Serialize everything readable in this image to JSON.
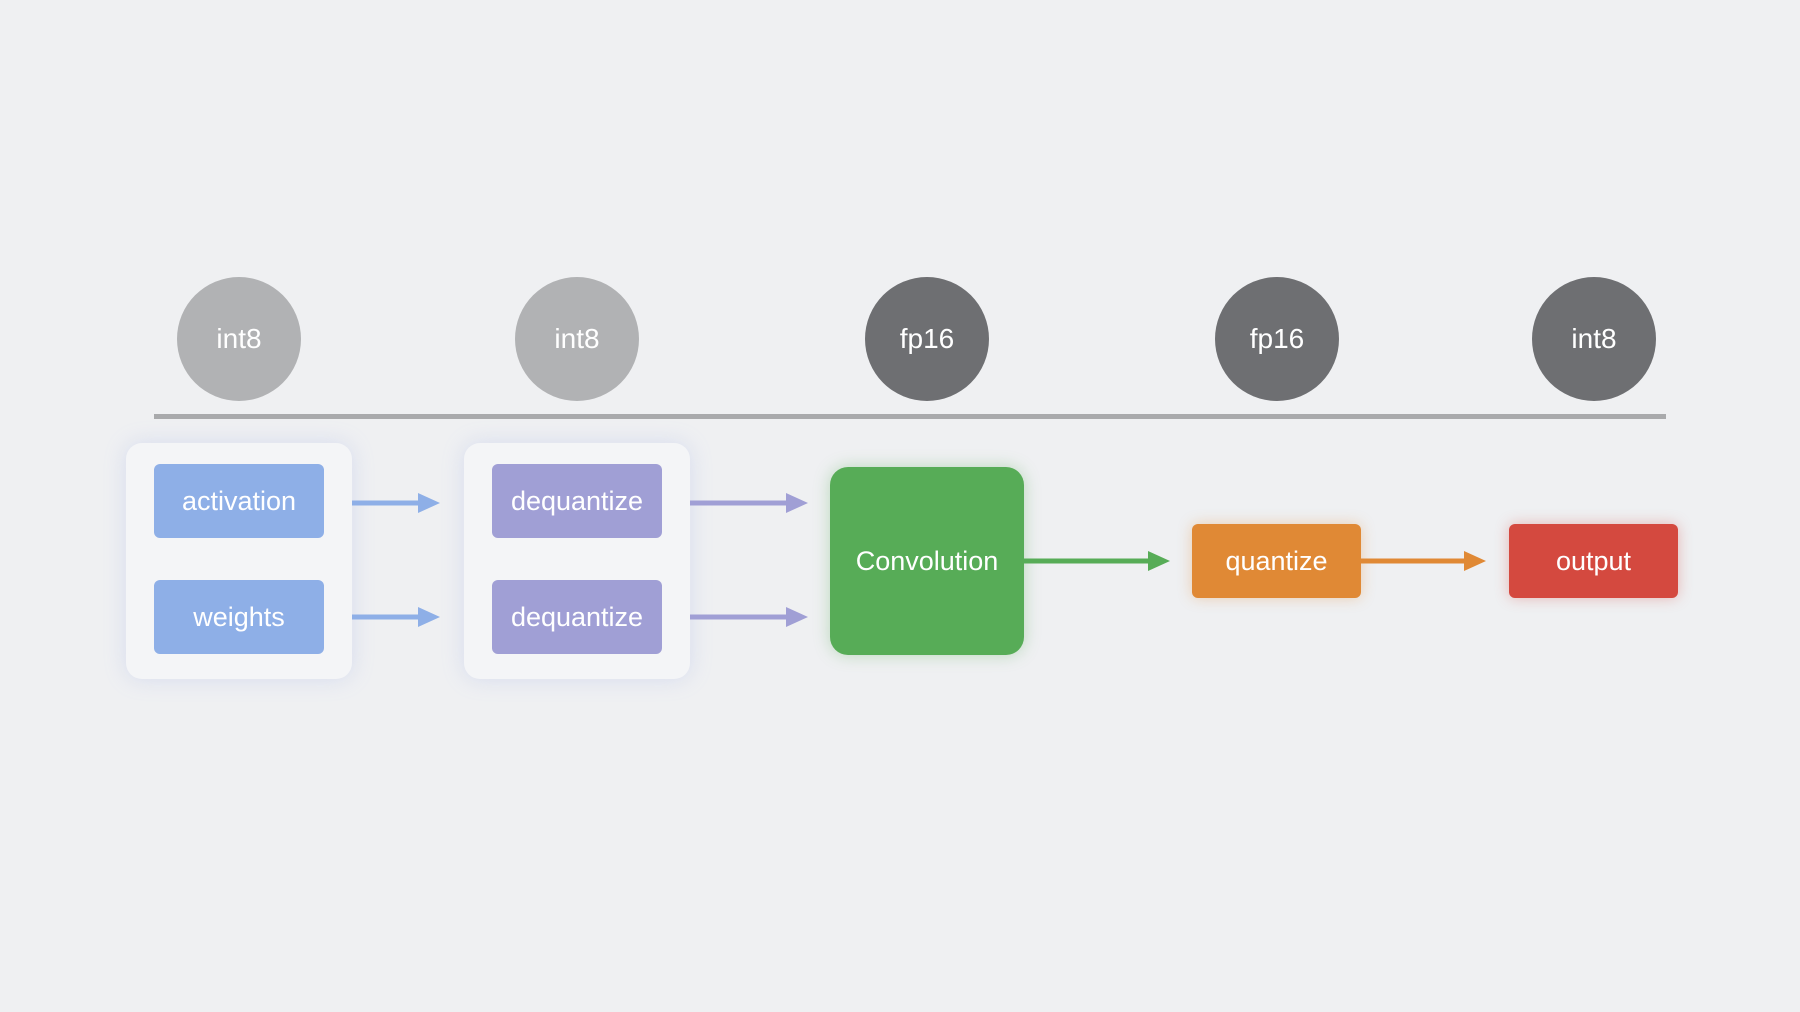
{
  "precision_labels": [
    "int8",
    "int8",
    "fp16",
    "fp16",
    "int8"
  ],
  "inputs": {
    "activation": "activation",
    "weights": "weights"
  },
  "dequantize": {
    "top": "dequantize",
    "bottom": "dequantize"
  },
  "convolution": "Convolution",
  "quantize": "quantize",
  "output": "output",
  "colors": {
    "background": "#eff0f2",
    "circle_light": "#b1b2b4",
    "circle_dark": "#6e6f72",
    "input_blue": "#8eafe7",
    "dequantize_purple": "#a09fd5",
    "convolution_green": "#57ac57",
    "quantize_orange": "#e08935",
    "output_red": "#d4493f"
  }
}
